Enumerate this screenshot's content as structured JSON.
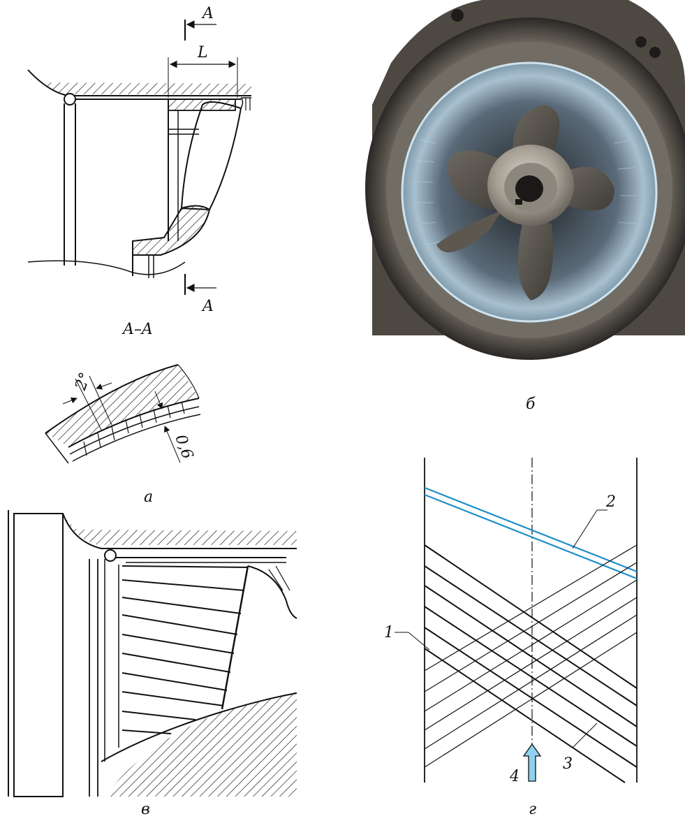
{
  "panels": [
    {
      "id": "a",
      "caption": "а"
    },
    {
      "id": "b",
      "caption": "б"
    },
    {
      "id": "c",
      "caption": "в"
    },
    {
      "id": "d",
      "caption": "г"
    }
  ],
  "panel_a": {
    "section_mark_top": "A",
    "section_mark_bottom": "A",
    "dimension_length": "L",
    "section_title": "A–A",
    "angle_label": "2°",
    "gap_label": "0,6"
  },
  "panel_d": {
    "callouts": [
      "1",
      "2",
      "3",
      "4"
    ]
  },
  "colors": {
    "line": "#111111",
    "blue_line": "#1e8fc8",
    "arrow_fill": "#8fd0ee"
  }
}
